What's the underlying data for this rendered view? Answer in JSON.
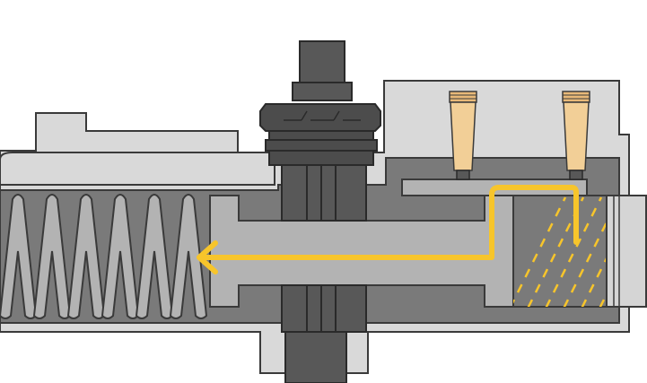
{
  "diagram": {
    "subject": "valve-cross-section",
    "colors": {
      "background": "#ffffff",
      "housing_fill": "#d9d9d9",
      "housing_stroke": "#3a3a3a",
      "chamber_fill": "#7a7a7a",
      "spool_fill": "#b3b3b3",
      "spring_fill": "#b3b3b3",
      "stem_fill": "#585858",
      "nut_fill": "#4c4c4c",
      "nozzle_fill": "#f2cf97",
      "nozzle_cap_fill": "#e8b978",
      "flow_arrow": "#f7c52b",
      "filter_lines": "#f7c52b",
      "plug_fill": "#d5d5d5"
    },
    "components": [
      "housing",
      "spring",
      "spool",
      "hex-nut",
      "stem",
      "nozzle-left",
      "nozzle-right",
      "filter-cartridge",
      "end-plug",
      "flow-arrow"
    ]
  }
}
